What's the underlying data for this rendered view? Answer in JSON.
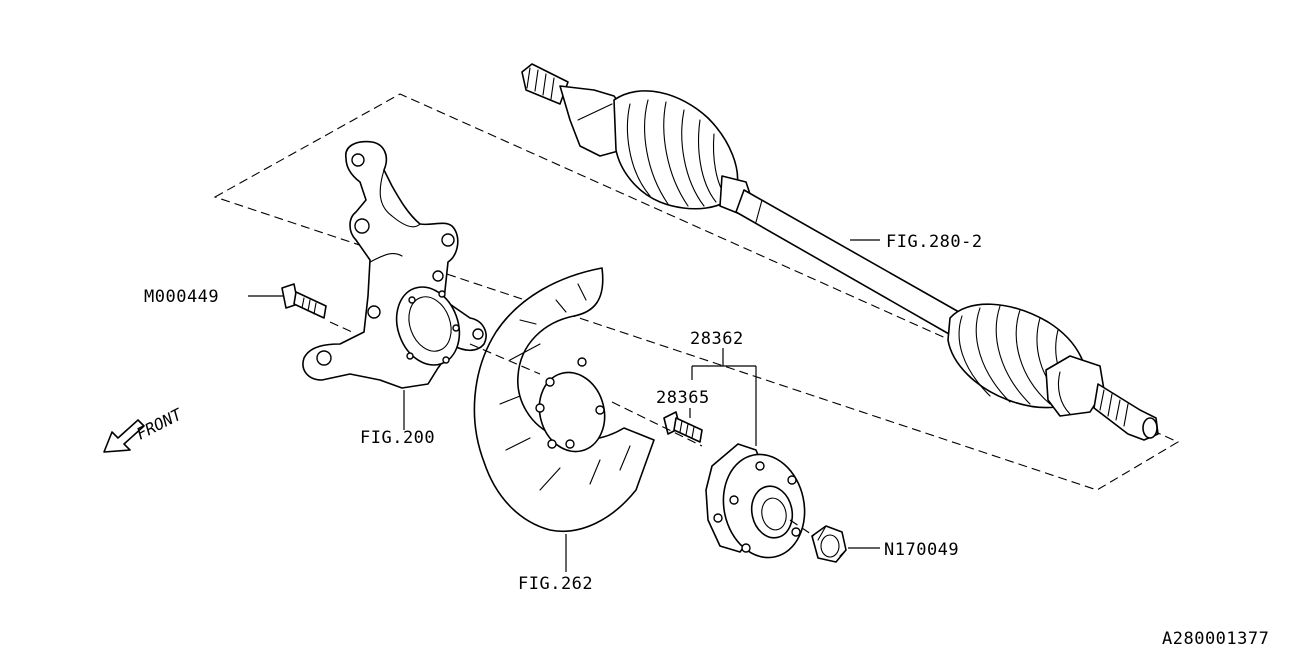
{
  "diagram": {
    "labels": {
      "drive_shaft_ref": "FIG.280-2",
      "knuckle_bolt": "M000449",
      "knuckle_ref": "FIG.200",
      "hub_unit": "28362",
      "hub_bolt": "28365",
      "back_plate_ref": "FIG.262",
      "axle_nut": "N170049",
      "front_indicator": "FRONT",
      "drawing_number": "A280001377"
    }
  }
}
